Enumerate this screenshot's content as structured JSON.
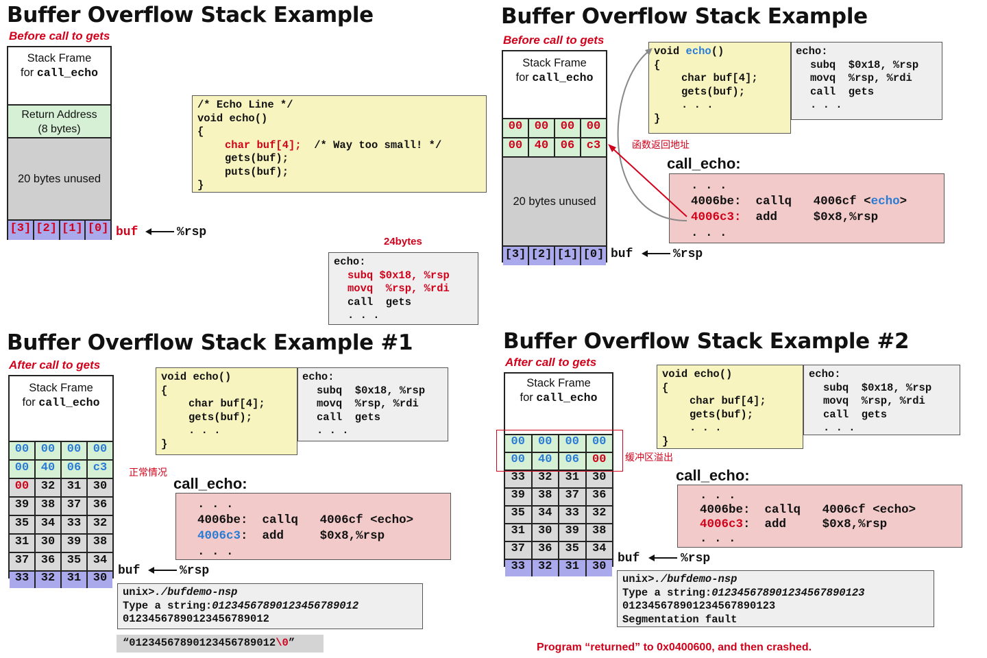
{
  "q1": {
    "title": "Buffer Overflow Stack Example",
    "subtitle": "Before call to gets",
    "frame_label_1": "Stack Frame",
    "frame_label_2_pre": "for ",
    "frame_label_2_fn": "call_echo",
    "ret_1": "Return Address",
    "ret_2": "(8 bytes)",
    "unused": "20 bytes unused",
    "buf_cells": [
      "[3]",
      "[2]",
      "[1]",
      "[0]"
    ],
    "buf_label": "buf",
    "rsp": "%rsp",
    "src_l1": "/* Echo Line */",
    "src_l2": "void echo()",
    "src_l3": "{",
    "src_l4a": "char buf[4];",
    "src_l4b": "  /* Way too small! */",
    "src_l5": "gets(buf);",
    "src_l6": "puts(buf);",
    "src_l7": "}",
    "bytes_note": "24bytes",
    "asm_l1": "echo:",
    "asm_l2": "subq $0x18, %rsp",
    "asm_l3": "movq  %rsp, %rdi",
    "asm_l4": "call  gets",
    "asm_l5": ". . ."
  },
  "q2": {
    "title": "Buffer Overflow Stack Example",
    "subtitle": "Before call to gets",
    "frame_label_1": "Stack Frame",
    "frame_label_2_pre": "for ",
    "frame_label_2_fn": "call_echo",
    "row1": [
      "00",
      "00",
      "00",
      "00"
    ],
    "row2": [
      "00",
      "40",
      "06",
      "c3"
    ],
    "unused": "20 bytes unused",
    "buf_cells": [
      "[3]",
      "[2]",
      "[1]",
      "[0]"
    ],
    "buf_label": "buf",
    "rsp": "%rsp",
    "src_l1a": "void ",
    "src_l1b": "echo",
    "src_l1c": "()",
    "src_l2": "{",
    "src_l3": "char buf[4];",
    "src_l4": "gets(buf);",
    "src_l5": ". . .",
    "src_l6": "}",
    "asm_l1": "echo:",
    "asm_l2": "subq  $0x18, %rsp",
    "asm_l3": "movq  %rsp, %rdi",
    "asm_l4": "call  gets",
    "asm_l5": ". . .",
    "ret_note": "函数返回地址",
    "call_echo_hdr": "call_echo:",
    "ce_l1": ". . .",
    "ce_l2a": "4006be:",
    "ce_l2b": "callq",
    "ce_l2c": "4006cf <",
    "ce_l2d": "echo",
    "ce_l2e": ">",
    "ce_l3a": "4006c3:",
    "ce_l3b": "add",
    "ce_l3c": "$0x8,%rsp",
    "ce_l4": ". . ."
  },
  "q3": {
    "title": "Buffer Overflow Stack Example #1",
    "subtitle": "After call to gets",
    "frame_label_1": "Stack Frame",
    "frame_label_2_pre": "for ",
    "frame_label_2_fn": "call_echo",
    "rows": [
      [
        "00",
        "00",
        "00",
        "00"
      ],
      [
        "00",
        "40",
        "06",
        "c3"
      ],
      [
        "00",
        "32",
        "31",
        "30"
      ],
      [
        "39",
        "38",
        "37",
        "36"
      ],
      [
        "35",
        "34",
        "33",
        "32"
      ],
      [
        "31",
        "30",
        "39",
        "38"
      ],
      [
        "37",
        "36",
        "35",
        "34"
      ],
      [
        "33",
        "32",
        "31",
        "30"
      ]
    ],
    "buf_label": "buf",
    "rsp": "%rsp",
    "src_l1": "void echo()",
    "src_l2": "{",
    "src_l3": "char buf[4];",
    "src_l4": "gets(buf);",
    "src_l5": ". . .",
    "src_l6": "}",
    "asm_l1": "echo:",
    "asm_l2": "subq  $0x18, %rsp",
    "asm_l3": "movq  %rsp, %rdi",
    "asm_l4": "call  gets",
    "asm_l5": ". . .",
    "normal_note": "正常情况",
    "call_echo_hdr": "call_echo:",
    "ce_l1": ". . .",
    "ce_l2a": "4006be:",
    "ce_l2b": "callq",
    "ce_l2c": "4006cf <echo>",
    "ce_l3a": "4006c3",
    "ce_l3b": ":",
    "ce_l3c": "add",
    "ce_l3d": "$0x8,%rsp",
    "ce_l4": ". . .",
    "term_prompt": "unix>",
    "term_cmd": "./bufdemo-nsp",
    "term_type": "Type a string:",
    "term_input": "01234567890123456789012",
    "term_output": "01234567890123456789012",
    "str_pre": "“01234567890123456789012",
    "str_null": "\\0",
    "str_post": "”"
  },
  "q4": {
    "title": "Buffer Overflow Stack Example #2",
    "subtitle": "After call to gets",
    "frame_label_1": "Stack Frame",
    "frame_label_2_pre": "for ",
    "frame_label_2_fn": "call_echo",
    "rows": [
      [
        "00",
        "00",
        "00",
        "00"
      ],
      [
        "00",
        "40",
        "06",
        "00"
      ],
      [
        "33",
        "32",
        "31",
        "30"
      ],
      [
        "39",
        "38",
        "37",
        "36"
      ],
      [
        "35",
        "34",
        "33",
        "32"
      ],
      [
        "31",
        "30",
        "39",
        "38"
      ],
      [
        "37",
        "36",
        "35",
        "34"
      ],
      [
        "33",
        "32",
        "31",
        "30"
      ]
    ],
    "buf_label": "buf",
    "rsp": "%rsp",
    "overflow_note": "缓冲区溢出",
    "src_l1": "void echo()",
    "src_l2": "{",
    "src_l3": "char buf[4];",
    "src_l4": "gets(buf);",
    "src_l5": ". . .",
    "src_l6": "}",
    "asm_l1": "echo:",
    "asm_l2": "subq  $0x18, %rsp",
    "asm_l3": "movq  %rsp, %rdi",
    "asm_l4": "call  gets",
    "asm_l5": ". . .",
    "call_echo_hdr": "call_echo:",
    "ce_l1": ". . .",
    "ce_l2a": "4006be:",
    "ce_l2b": "callq",
    "ce_l2c": "4006cf <echo>",
    "ce_l3a": "4006c3",
    "ce_l3b": ":",
    "ce_l3c": "add",
    "ce_l3d": "$0x8,%rsp",
    "ce_l4": ". . .",
    "term_prompt": "unix>",
    "term_cmd": "./bufdemo-nsp",
    "term_type": "Type a string:",
    "term_input": "012345678901234567890123",
    "term_output": "012345678901234567890123",
    "term_fault": "Segmentation fault",
    "crash_note": "Program “returned” to 0x0400600, and then crashed."
  },
  "colors": {
    "accent_red": "#d0021b",
    "accent_blue": "#2a7bd4",
    "code_yellow": "#f7f4bf",
    "asm_gray": "#efefef",
    "call_pink": "#f3caca",
    "ret_green": "#d6f0d6",
    "buf_violet": "#a9a9ec",
    "unused_gray": "#cfcfcf"
  }
}
